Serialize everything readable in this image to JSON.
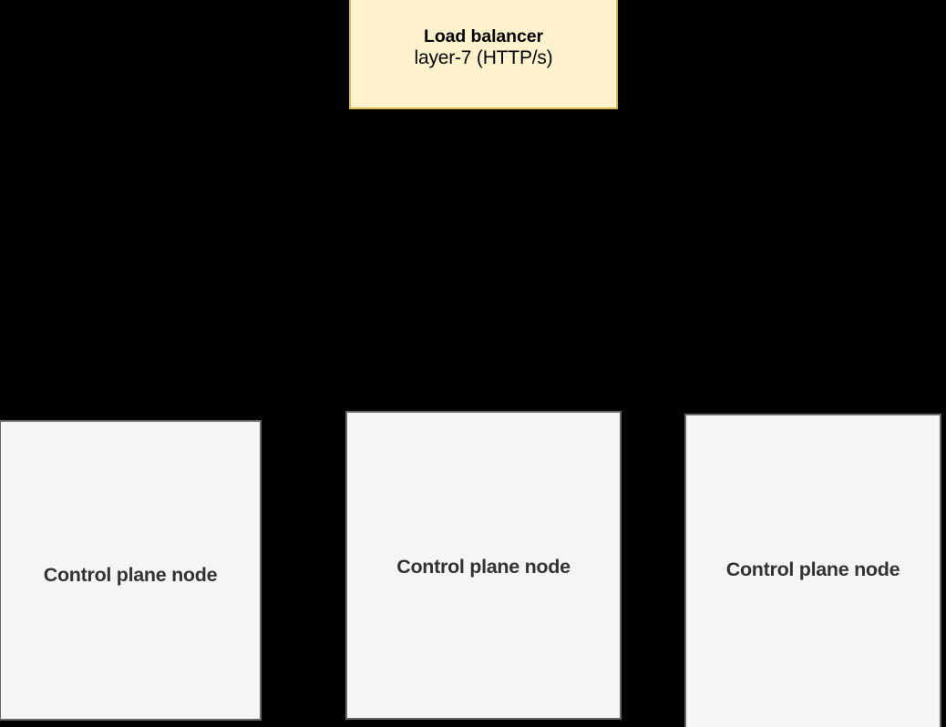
{
  "diagram": {
    "background_color": "#000000",
    "nodes": [
      {
        "id": "load-balancer",
        "title": "Load balancer",
        "subtitle": "layer-7 (HTTP/s)",
        "fill": "#fff2cc",
        "stroke": "#d6b656",
        "text_color": "#000000"
      },
      {
        "id": "control-plane-node-1",
        "label": "Control plane node",
        "fill": "#f5f5f5",
        "stroke": "#666666",
        "text_color": "#333333"
      },
      {
        "id": "control-plane-node-2",
        "label": "Control plane node",
        "fill": "#f5f5f5",
        "stroke": "#666666",
        "text_color": "#333333"
      },
      {
        "id": "control-plane-node-3",
        "label": "Control plane node",
        "fill": "#f5f5f5",
        "stroke": "#666666",
        "text_color": "#333333"
      }
    ]
  }
}
